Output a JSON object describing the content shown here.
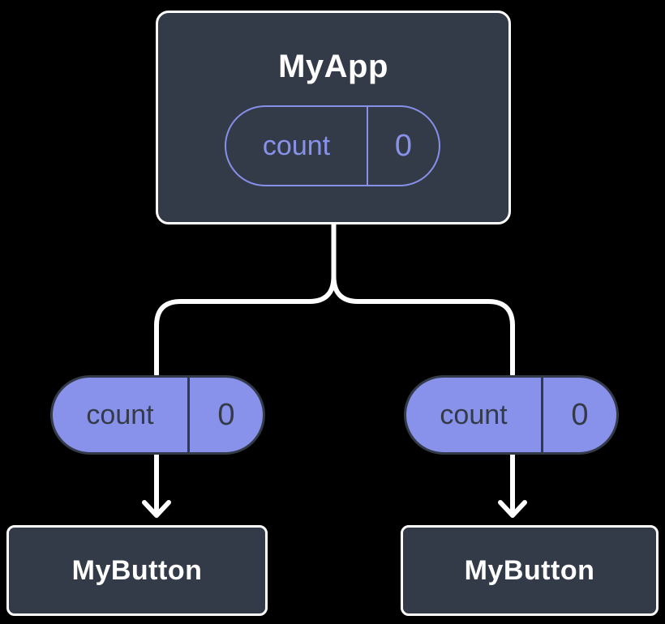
{
  "colors": {
    "bg": "#000000",
    "node-fill": "#343B48",
    "node-border": "#FFFFFF",
    "state-purple": "#8992EA",
    "state-outline": "#8690E8",
    "connector": "#FFFFFF",
    "pill-text-dark": "#343B48"
  },
  "root": {
    "title": "MyApp",
    "state": {
      "name": "count",
      "value": "0"
    }
  },
  "children": [
    {
      "title": "MyButton",
      "state": {
        "name": "count",
        "value": "0"
      }
    },
    {
      "title": "MyButton",
      "state": {
        "name": "count",
        "value": "0"
      }
    }
  ]
}
